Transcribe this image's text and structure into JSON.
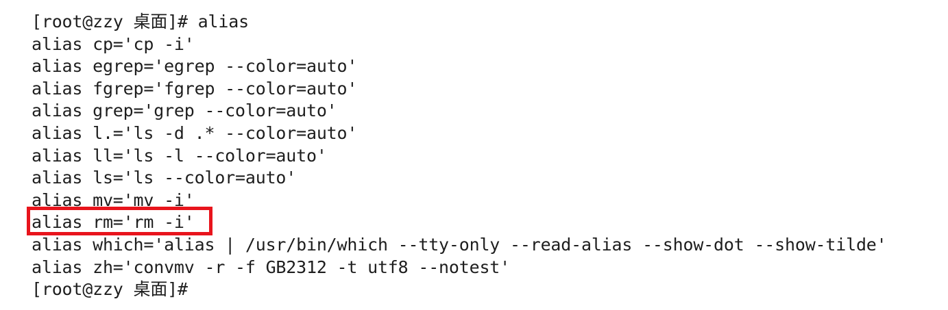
{
  "terminal": {
    "lines": [
      "[root@zzy 桌面]# alias",
      "alias cp='cp -i'",
      "alias egrep='egrep --color=auto'",
      "alias fgrep='fgrep --color=auto'",
      "alias grep='grep --color=auto'",
      "alias l.='ls -d .* --color=auto'",
      "alias ll='ls -l --color=auto'",
      "alias ls='ls --color=auto'",
      "alias mv='mv -i'",
      "alias rm='rm -i'",
      "alias which='alias | /usr/bin/which --tty-only --read-alias --show-dot --show-tilde'",
      "alias zh='convmv -r -f GB2312 -t utf8 --notest'",
      "[root@zzy 桌面]#"
    ],
    "highlighted_line_index": 9
  },
  "colors": {
    "text": "#1e1e1e",
    "background": "#ffffff",
    "highlight_border": "#e8141c"
  }
}
